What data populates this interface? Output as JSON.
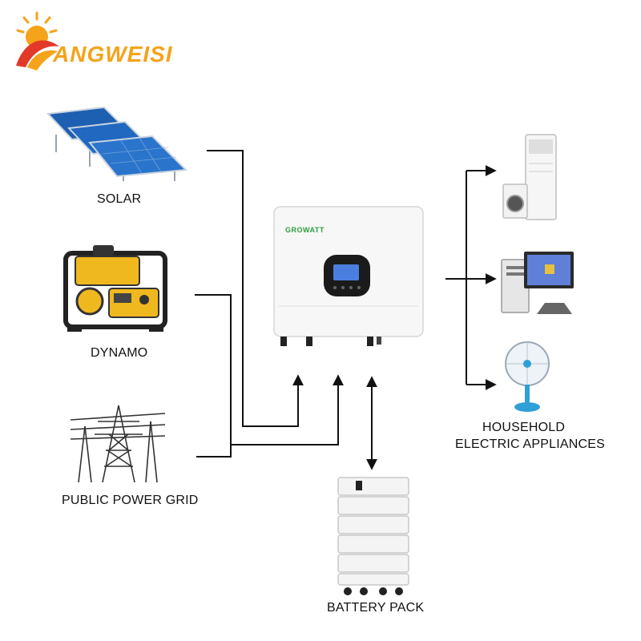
{
  "logo": {
    "text": "ANGWEISI",
    "icon": "sun-runner-icon",
    "colors": {
      "orange": "#F5A31A",
      "red": "#E23A2A"
    }
  },
  "sources": {
    "solar": {
      "label": "SOLAR",
      "icon": "solar-panel-icon"
    },
    "dynamo": {
      "label": "DYNAMO",
      "icon": "generator-icon"
    },
    "grid": {
      "label": "PUBLIC POWER GRID",
      "icon": "power-tower-icon"
    }
  },
  "inverter": {
    "brand": "GROWATT",
    "icon": "inverter-icon",
    "brand_color": "#2E9E3E"
  },
  "battery": {
    "label": "BATTERY PACK",
    "icon": "battery-stack-icon"
  },
  "loads": {
    "title_line1": "HOUSEHOLD",
    "title_line2": "ELECTRIC APPLIANCES",
    "icons": [
      "air-conditioner-icon",
      "washing-machine-icon",
      "computer-icon",
      "fan-icon"
    ]
  }
}
